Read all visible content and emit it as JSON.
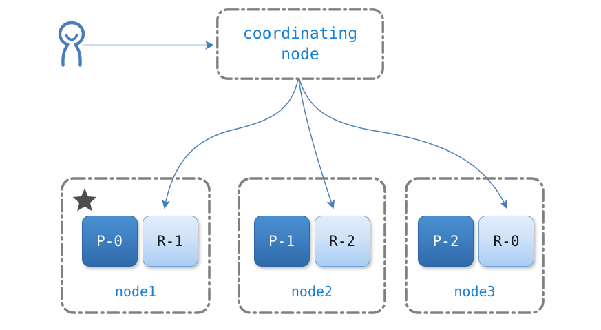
{
  "diagram": {
    "title": "coordinating node shard routing",
    "colors": {
      "accent_blue": "#1a7fd4",
      "arrow_blue": "#4a7ebb",
      "border_gray": "#808080",
      "primary_shard": "#3f81c4",
      "replica_shard": "#cfe2f9",
      "star_gray": "#4d4d4d"
    },
    "client": {
      "icon": "person-icon",
      "label": ""
    },
    "coordinator": {
      "line1": "coordinating",
      "line2": "node"
    },
    "nodes": [
      {
        "id": "node-1",
        "caption": "node1",
        "starred": true,
        "star_icon": "star-icon",
        "shards": [
          {
            "label": "P-0",
            "kind": "primary"
          },
          {
            "label": "R-1",
            "kind": "replica"
          }
        ]
      },
      {
        "id": "node-2",
        "caption": "node2",
        "starred": false,
        "shards": [
          {
            "label": "P-1",
            "kind": "primary"
          },
          {
            "label": "R-2",
            "kind": "replica"
          }
        ]
      },
      {
        "id": "node-3",
        "caption": "node3",
        "starred": false,
        "shards": [
          {
            "label": "P-2",
            "kind": "primary"
          },
          {
            "label": "R-0",
            "kind": "replica"
          }
        ]
      }
    ],
    "connections": [
      {
        "from": "client",
        "to": "coordinator",
        "style": "straight-arrow"
      },
      {
        "from": "coordinator",
        "to": "node-1 R-1",
        "style": "curved-arrow"
      },
      {
        "from": "coordinator",
        "to": "node-2 R-2",
        "style": "curved-arrow"
      },
      {
        "from": "coordinator",
        "to": "node-3 R-0",
        "style": "curved-arrow"
      }
    ]
  }
}
